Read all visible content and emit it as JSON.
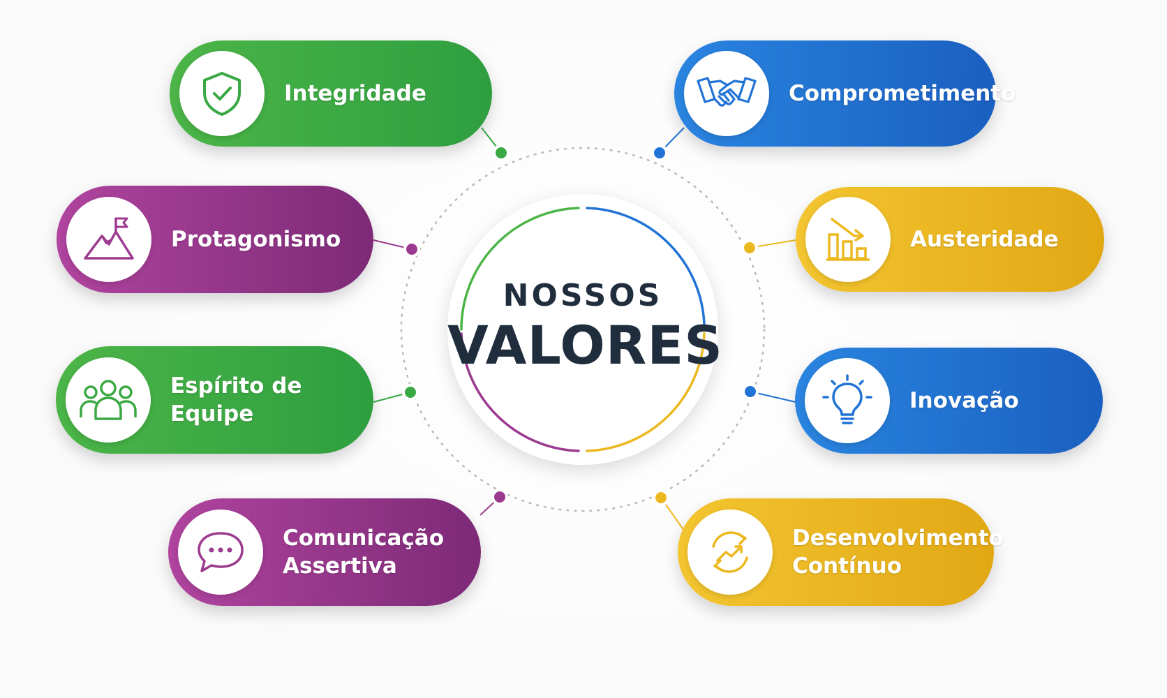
{
  "title": {
    "line1": "NOSSOS",
    "line2": "VALORES"
  },
  "colors": {
    "green": "#3aa843",
    "purple": "#9b3a8e",
    "blue": "#2173d6",
    "yellow": "#ecb820",
    "text_dark": "#1f2d3d"
  },
  "values": {
    "integridade": {
      "label": "Integridade",
      "icon": "shield-check-icon",
      "color": "green"
    },
    "protagonismo": {
      "label": "Protagonismo",
      "icon": "mountain-flag-icon",
      "color": "purple"
    },
    "espirito": {
      "label": "Espírito de Equipe",
      "icon": "team-people-icon",
      "color": "green"
    },
    "comunicacao": {
      "label": "Comunicação\nAssertiva",
      "icon": "chat-bubble-icon",
      "color": "purple"
    },
    "comprometimento": {
      "label": "Comprometimento",
      "icon": "handshake-icon",
      "color": "blue"
    },
    "austeridade": {
      "label": "Austeridade",
      "icon": "bar-chart-down-icon",
      "color": "yellow"
    },
    "inovacao": {
      "label": "Inovação",
      "icon": "lightbulb-icon",
      "color": "blue"
    },
    "desenvolvimento": {
      "label": "Desenvolvimento\nContínuo",
      "icon": "growth-cycle-icon",
      "color": "yellow"
    }
  }
}
